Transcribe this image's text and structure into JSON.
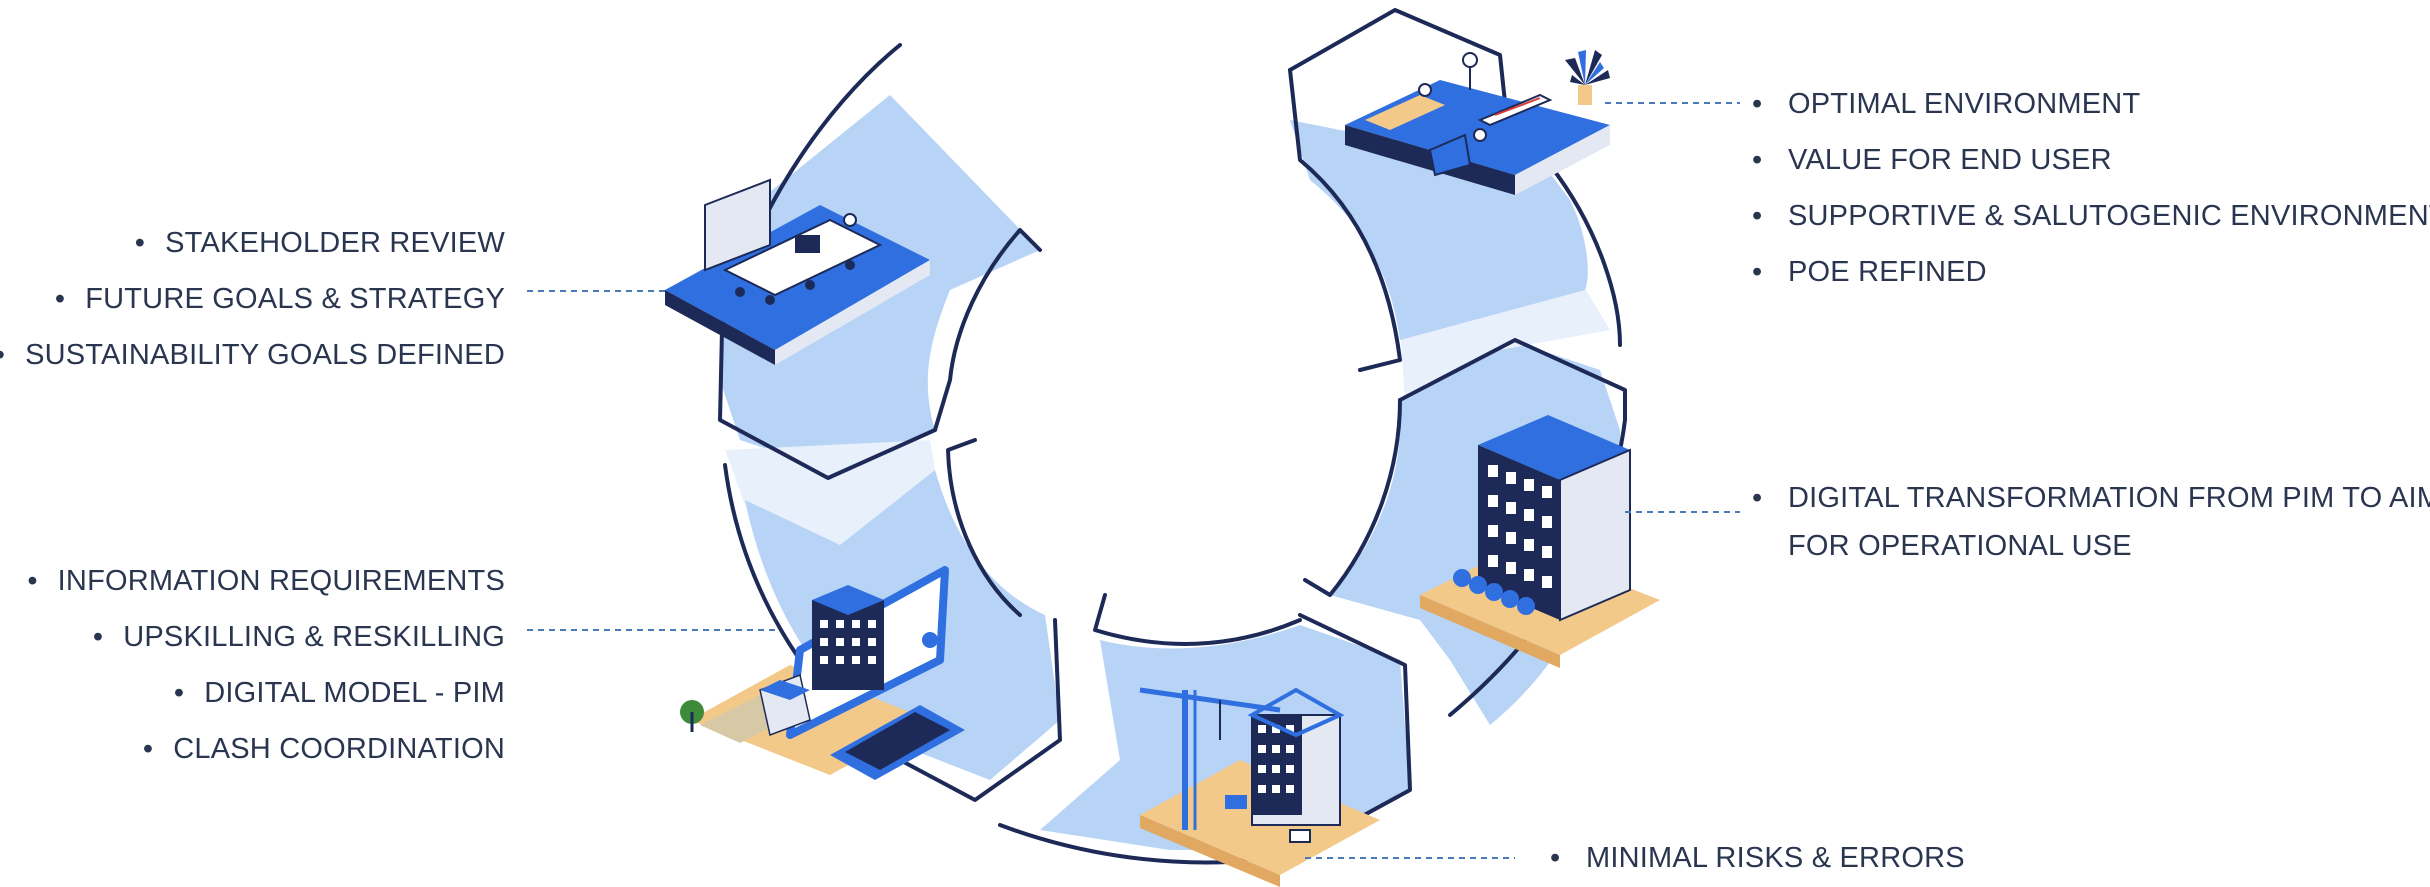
{
  "colors": {
    "navy": "#1d2a57",
    "royal_blue": "#2f6fe0",
    "light_blue": "#b7d3f6",
    "pale_blue": "#e8f0fc",
    "sand": "#f3c98a",
    "text": "#2a3550",
    "leader_line": "#4a7ab8"
  },
  "stages": [
    {
      "id": "stakeholder",
      "illustration": "meeting-room-icon",
      "bullets": [
        "STAKEHOLDER REVIEW",
        "FUTURE GOALS & STRATEGY",
        "SUSTAINABILITY GOALS DEFINED"
      ]
    },
    {
      "id": "design",
      "illustration": "laptop-bim-model-icon",
      "bullets": [
        "INFORMATION REQUIREMENTS",
        "UPSKILLING & RESKILLING",
        "DIGITAL MODEL - PIM",
        "CLASH COORDINATION"
      ]
    },
    {
      "id": "construction",
      "illustration": "construction-crane-icon",
      "bullets": [
        "MINIMAL RISKS & ERRORS"
      ]
    },
    {
      "id": "handover",
      "illustration": "office-building-icon",
      "bullets": [
        "DIGITAL TRANSFORMATION FROM PIM TO AIM FOR OPERATIONAL USE"
      ]
    },
    {
      "id": "operation",
      "illustration": "office-interior-icon",
      "bullets": [
        "OPTIMAL ENVIRONMENT",
        "VALUE FOR END USER",
        "SUPPORTIVE & SALUTOGENIC ENVIRONMENT",
        "POE REFINED"
      ]
    }
  ]
}
